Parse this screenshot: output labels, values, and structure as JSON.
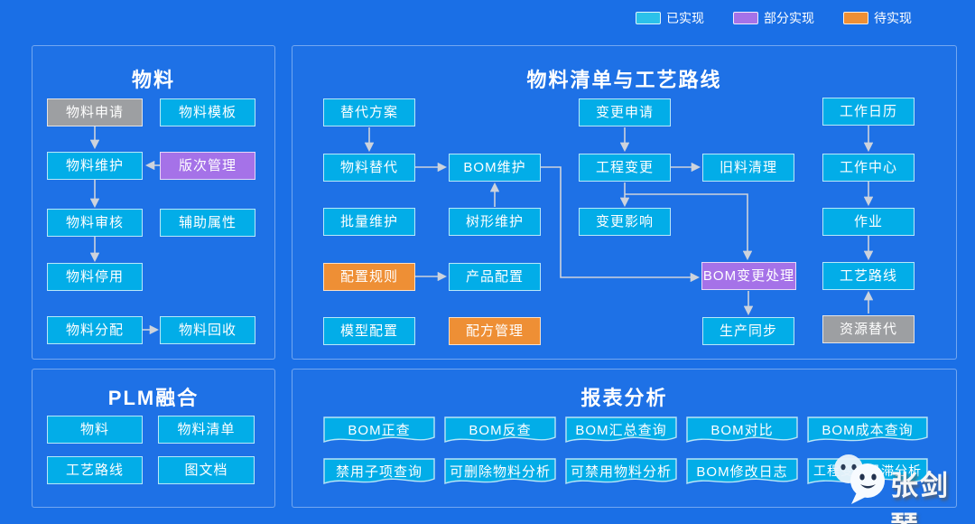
{
  "legend": {
    "items": [
      {
        "label": "已实现",
        "color": "#2bc1ea",
        "swatch_style": "background:#2bc1ea"
      },
      {
        "label": "部分实现",
        "color": "#a572e8",
        "swatch_style": "background:#a572e8"
      },
      {
        "label": "待实现",
        "color": "#ee8f35",
        "swatch_style": "background:#ee8f35"
      }
    ]
  },
  "panels": {
    "material": {
      "title": "物料",
      "nodes": [
        {
          "label": "物料申请",
          "color": "gray"
        },
        {
          "label": "物料模板",
          "color": "cyan"
        },
        {
          "label": "物料维护",
          "color": "cyan"
        },
        {
          "label": "版次管理",
          "color": "purple"
        },
        {
          "label": "物料审核",
          "color": "cyan"
        },
        {
          "label": "辅助属性",
          "color": "cyan"
        },
        {
          "label": "物料停用",
          "color": "cyan"
        },
        {
          "label": "物料分配",
          "color": "cyan"
        },
        {
          "label": "物料回收",
          "color": "cyan"
        }
      ]
    },
    "bom": {
      "title": "物料清单与工艺路线",
      "nodes": [
        {
          "label": "替代方案",
          "color": "cyan"
        },
        {
          "label": "变更申请",
          "color": "cyan"
        },
        {
          "label": "工作日历",
          "color": "cyan"
        },
        {
          "label": "物料替代",
          "color": "cyan"
        },
        {
          "label": "BOM维护",
          "color": "cyan"
        },
        {
          "label": "工程变更",
          "color": "cyan"
        },
        {
          "label": "旧料清理",
          "color": "cyan"
        },
        {
          "label": "工作中心",
          "color": "cyan"
        },
        {
          "label": "批量维护",
          "color": "cyan"
        },
        {
          "label": "树形维护",
          "color": "cyan"
        },
        {
          "label": "变更影响",
          "color": "cyan"
        },
        {
          "label": "作业",
          "color": "cyan"
        },
        {
          "label": "配置规则",
          "color": "orange"
        },
        {
          "label": "产品配置",
          "color": "cyan"
        },
        {
          "label": "BOM变更处理",
          "color": "purple"
        },
        {
          "label": "工艺路线",
          "color": "cyan"
        },
        {
          "label": "模型配置",
          "color": "cyan"
        },
        {
          "label": "配方管理",
          "color": "orange"
        },
        {
          "label": "生产同步",
          "color": "cyan"
        },
        {
          "label": "资源替代",
          "color": "gray"
        }
      ]
    },
    "plm": {
      "title": "PLM融合",
      "nodes": [
        {
          "label": "物料",
          "color": "cyan"
        },
        {
          "label": "物料清单",
          "color": "cyan"
        },
        {
          "label": "工艺路线",
          "color": "cyan"
        },
        {
          "label": "图文档",
          "color": "cyan"
        }
      ]
    },
    "reports": {
      "title": "报表分析",
      "cards": [
        {
          "label": "BOM正查"
        },
        {
          "label": "BOM反查"
        },
        {
          "label": "BOM汇总查询"
        },
        {
          "label": "BOM对比"
        },
        {
          "label": "BOM成本查询"
        },
        {
          "label": "禁用子项查询"
        },
        {
          "label": "可删除物料分析"
        },
        {
          "label": "可禁用物料分析"
        },
        {
          "label": "BOM修改日志"
        },
        {
          "label": "工程变更呆滞分析"
        }
      ]
    }
  },
  "edges": [
    {
      "from": "物料申请",
      "to": "物料维护"
    },
    {
      "from": "版次管理",
      "to": "物料维护"
    },
    {
      "from": "物料维护",
      "to": "物料审核"
    },
    {
      "from": "物料审核",
      "to": "物料停用"
    },
    {
      "from": "物料分配",
      "to": "物料回收"
    },
    {
      "from": "替代方案",
      "to": "物料替代"
    },
    {
      "from": "物料替代",
      "to": "BOM维护"
    },
    {
      "from": "树形维护",
      "to": "BOM维护"
    },
    {
      "from": "变更申请",
      "to": "工程变更"
    },
    {
      "from": "工程变更",
      "to": "旧料清理"
    },
    {
      "from": "工程变更",
      "to": "变更影响"
    },
    {
      "from": "工程变更",
      "to": "BOM变更处理"
    },
    {
      "from": "BOM维护",
      "to": "BOM变更处理"
    },
    {
      "from": "配置规则",
      "to": "产品配置"
    },
    {
      "from": "BOM变更处理",
      "to": "生产同步"
    },
    {
      "from": "工作日历",
      "to": "工作中心"
    },
    {
      "from": "工作中心",
      "to": "作业"
    },
    {
      "from": "作业",
      "to": "工艺路线"
    },
    {
      "from": "资源替代",
      "to": "工艺路线"
    }
  ],
  "watermark": {
    "text": "张剑琴"
  },
  "colors": {
    "background": "#1a6fe6",
    "implemented": "#02ade8",
    "partial": "#a572e8",
    "pending": "#ee8f35",
    "neutral": "#9d9fa2",
    "arrow": "#cdd3dc"
  }
}
